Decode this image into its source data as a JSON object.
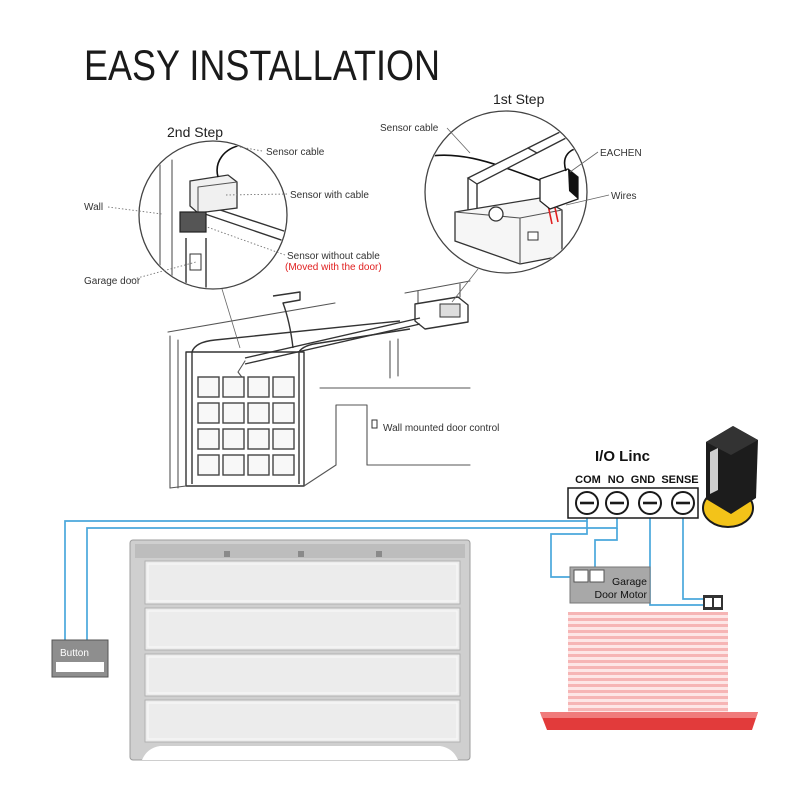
{
  "title": "EASY INSTALLATION",
  "step1": {
    "label": "1st Step",
    "sensor_cable": "Sensor cable",
    "device": "EACHEN",
    "wires": "Wires"
  },
  "step2": {
    "label": "2nd Step",
    "sensor_cable": "Sensor cable",
    "sensor_with_cable": "Sensor with cable",
    "wall": "Wall",
    "sensor_without_cable": "Sensor without cable",
    "moved_note": "(Moved with the door)",
    "garage_door": "Garage door"
  },
  "garage_scene": {
    "wall_control": "Wall mounted door control"
  },
  "wiring": {
    "module_title": "I/O Linc",
    "terminals": [
      "COM",
      "NO",
      "GND",
      "SENSE"
    ],
    "button_label": "Button",
    "motor_label_lines": [
      "Garage",
      "Door Motor"
    ]
  },
  "colors": {
    "wire": "#4aa8dc",
    "note_red": "#e02020",
    "cable_red": "#e02020",
    "module_yellow": "#f3c319",
    "door_gray": "#cfcfcf",
    "floor_red": "#e23b3b",
    "stripe_pink": "#f6b5b5"
  }
}
